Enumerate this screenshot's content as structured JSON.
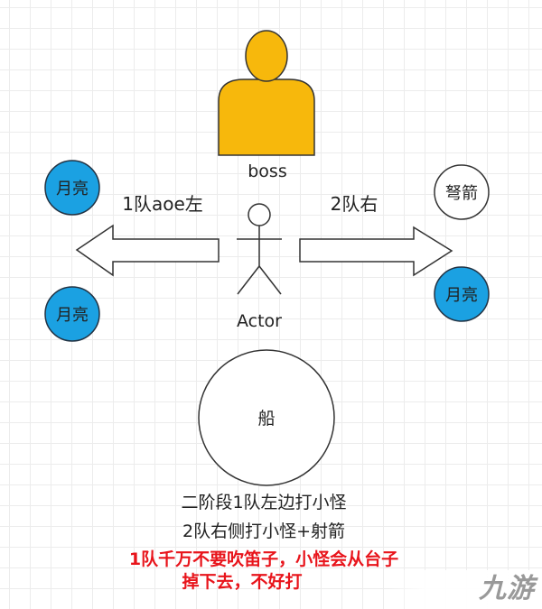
{
  "boss_label": "boss",
  "actor_label": "Actor",
  "left_team_label": "1队aoe左",
  "right_team_label": "2队右",
  "left_circles": [
    "月亮",
    "月亮"
  ],
  "right_circles": [
    "弩箭",
    "月亮"
  ],
  "ship_label": "船",
  "notes": [
    "二阶段1队左边打小怪",
    "2队右侧打小怪+射箭"
  ],
  "warning": [
    "1队千万不要吹笛子，小怪会从台子",
    "掉下去，不好打"
  ],
  "watermark": "九游",
  "colors": {
    "boss": "#F7B80C",
    "moon": "#1BA1E2",
    "warning": "#E8141B"
  }
}
